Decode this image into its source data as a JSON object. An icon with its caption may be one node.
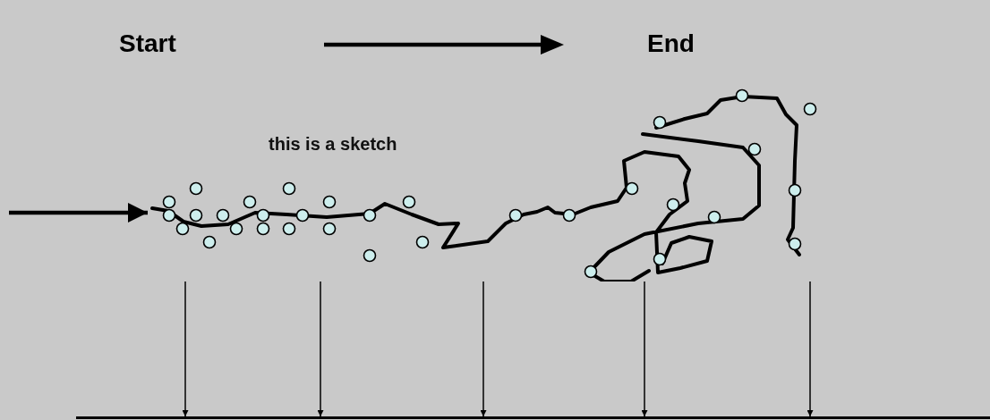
{
  "diagram": {
    "nodes": [
      {
        "text": [],
        "shape": "picture"
      },
      {
        "text": [],
        "shape": "bar"
      }
    ],
    "edges": [
      {
        "from": null,
        "to": 0,
        "arrow": "to",
        "style": "thick"
      },
      {
        "from": 0,
        "to": 1,
        "arrow": "to"
      },
      {
        "from": 0,
        "to": 1,
        "arrow": "to"
      },
      {
        "from": 0,
        "to": 1,
        "arrow": "to"
      },
      {
        "from": 0,
        "to": 1,
        "arrow": "to"
      },
      {
        "from": 0,
        "to": 1,
        "arrow": "to"
      }
    ],
    "labels": [
      "Start",
      "End",
      "this is a sketch"
    ]
  }
}
